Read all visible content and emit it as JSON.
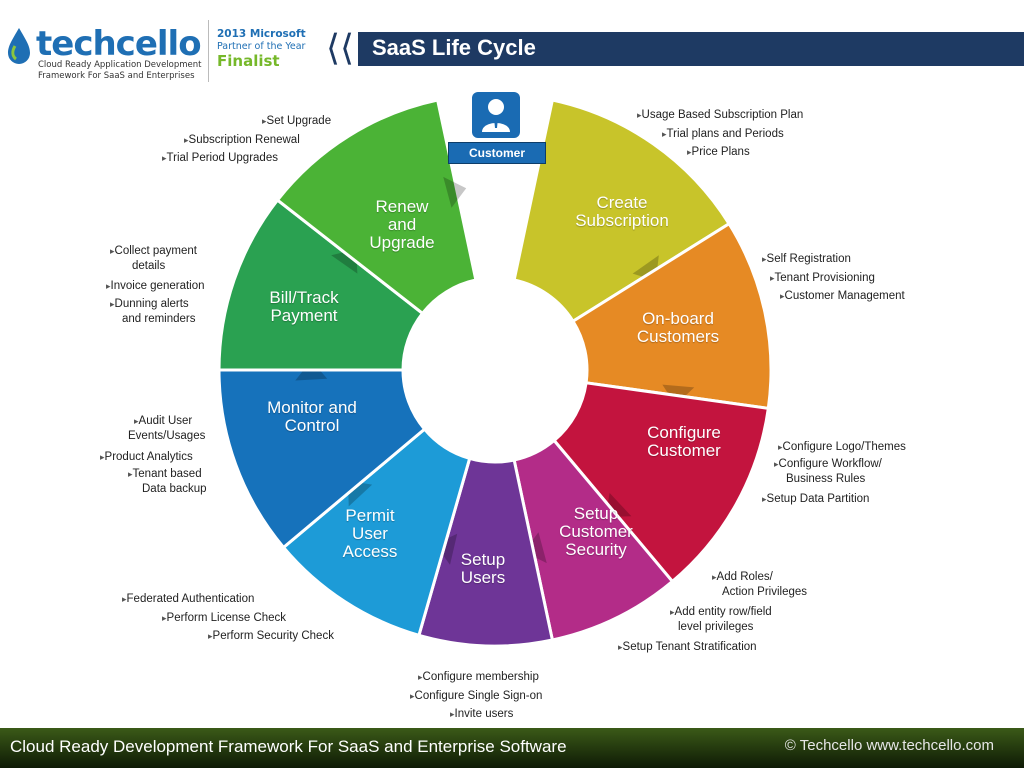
{
  "header": {
    "logo_word": "techcello",
    "logo_tagline_1": "Cloud Ready Application Development",
    "logo_tagline_2": "Framework For SaaS and Enterprises",
    "award_line_1": "2013 Microsoft",
    "award_line_2": "Partner of the Year",
    "award_line_3": "Finalist",
    "title": "SaaS Life Cycle"
  },
  "customer": {
    "label": "Customer"
  },
  "segments": [
    {
      "id": "create",
      "label_1": "Create",
      "label_2": "Subscription",
      "color": "#c8c42a"
    },
    {
      "id": "onboard",
      "label_1": "On-board",
      "label_2": "Customers",
      "color": "#e68a24"
    },
    {
      "id": "configure",
      "label_1": "Configure",
      "label_2": "Customer",
      "color": "#c3143e"
    },
    {
      "id": "security",
      "label_1": "Setup",
      "label_2": "Customer",
      "label_3": "Security",
      "color": "#b32c88"
    },
    {
      "id": "users",
      "label_1": "Setup",
      "label_2": "Users",
      "color": "#6e3597"
    },
    {
      "id": "permit",
      "label_1": "Permit",
      "label_2": "User",
      "label_3": "Access",
      "color": "#1d9bd7"
    },
    {
      "id": "monitor",
      "label_1": "Monitor and",
      "label_2": "Control",
      "color": "#1672bb"
    },
    {
      "id": "bill",
      "label_1": "Bill/Track",
      "label_2": "Payment",
      "color": "#2aa151"
    },
    {
      "id": "renew",
      "label_1": "Renew",
      "label_2": "and",
      "label_3": "Upgrade",
      "color": "#4bb336"
    }
  ],
  "bullets": {
    "renew": [
      "Set Upgrade",
      "Subscription Renewal",
      "Trial Period Upgrades"
    ],
    "create": [
      "Usage Based Subscription Plan",
      "Trial plans and Periods",
      "Price Plans"
    ],
    "bill": [
      "Collect payment",
      "details",
      "Invoice generation",
      "Dunning alerts",
      "and reminders"
    ],
    "onboard": [
      "Self Registration",
      "Tenant Provisioning",
      "Customer Management"
    ],
    "monitor": [
      "Audit User",
      "Events/Usages",
      "Product Analytics",
      "Tenant based",
      "Data backup"
    ],
    "configure": [
      "Configure Logo/Themes",
      "Configure Workflow/",
      "Business Rules",
      "Setup Data Partition"
    ],
    "security": [
      "Add Roles/",
      "Action Privileges",
      "Add entity row/field",
      "level privileges",
      "Setup Tenant Stratification"
    ],
    "permit": [
      "Federated Authentication",
      "Perform License Check",
      "Perform Security Check"
    ],
    "users": [
      "Configure membership",
      "Configure Single Sign-on",
      "Invite users"
    ]
  },
  "footer": {
    "left": "Cloud Ready Development Framework For SaaS and Enterprise Software",
    "right": "© Techcello www.techcello.com"
  }
}
